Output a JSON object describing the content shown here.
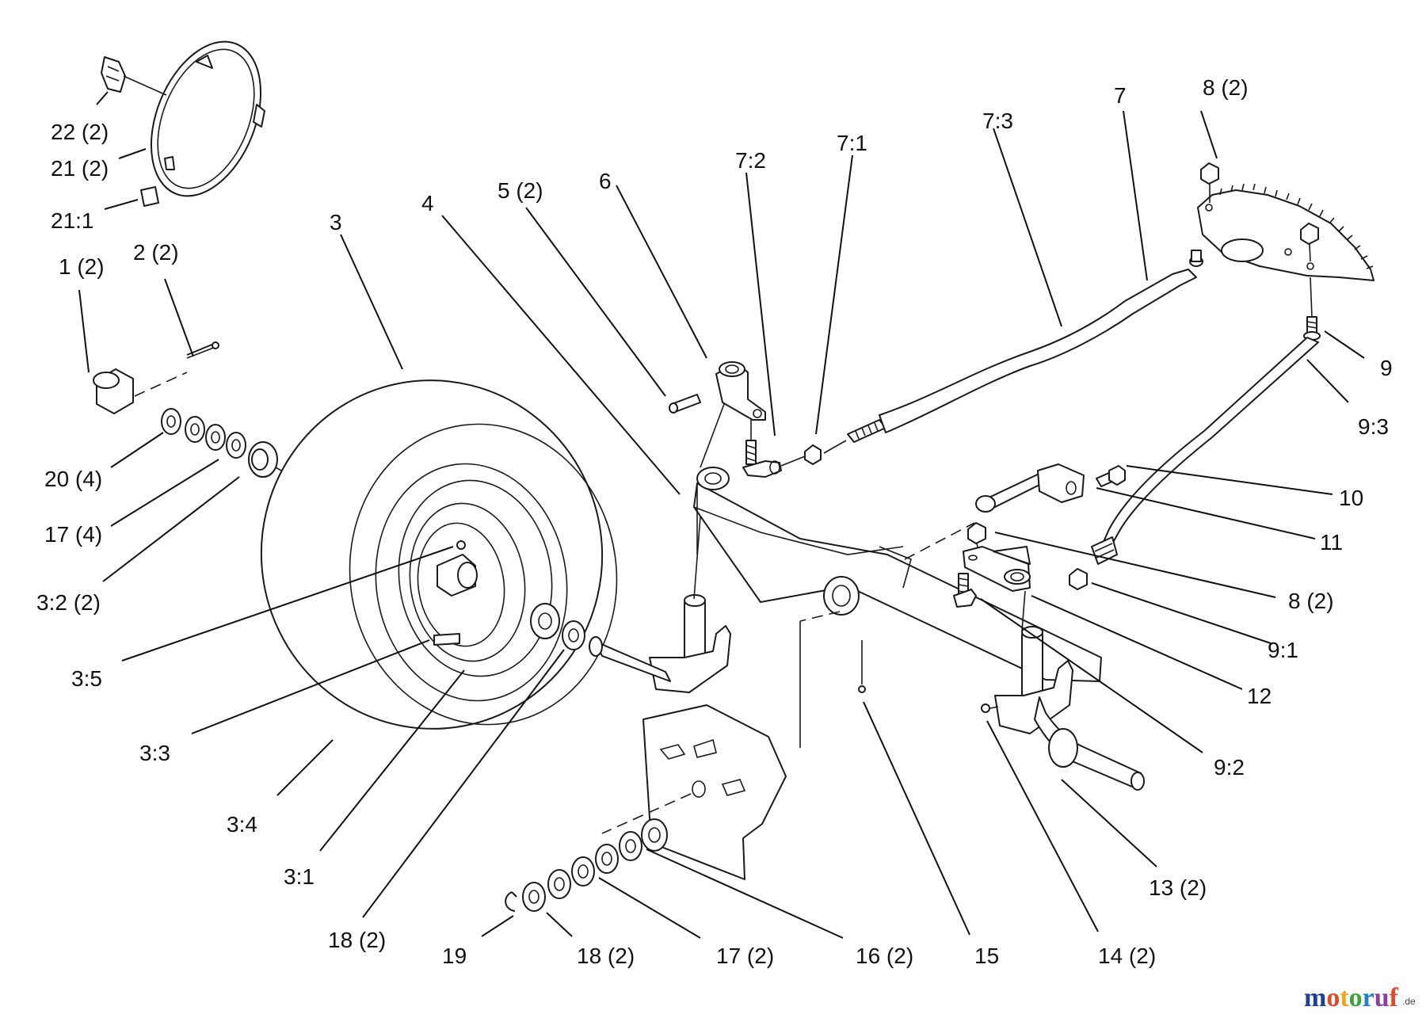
{
  "callouts": [
    {
      "id": "22-2",
      "text": "22 (2)"
    },
    {
      "id": "21-2",
      "text": "21 (2)"
    },
    {
      "id": "21-1",
      "text": "21:1"
    },
    {
      "id": "1-2",
      "text": "1 (2)"
    },
    {
      "id": "2-2",
      "text": "2 (2)"
    },
    {
      "id": "3",
      "text": "3"
    },
    {
      "id": "4",
      "text": "4"
    },
    {
      "id": "5-2",
      "text": "5 (2)"
    },
    {
      "id": "6",
      "text": "6"
    },
    {
      "id": "7-2",
      "text": "7:2"
    },
    {
      "id": "7-1",
      "text": "7:1"
    },
    {
      "id": "7-3",
      "text": "7:3"
    },
    {
      "id": "7",
      "text": "7"
    },
    {
      "id": "8-2-top",
      "text": "8 (2)"
    },
    {
      "id": "9",
      "text": "9"
    },
    {
      "id": "9-3",
      "text": "9:3"
    },
    {
      "id": "10",
      "text": "10"
    },
    {
      "id": "11",
      "text": "11"
    },
    {
      "id": "8-2-mid",
      "text": "8 (2)"
    },
    {
      "id": "9-1",
      "text": "9:1"
    },
    {
      "id": "12",
      "text": "12"
    },
    {
      "id": "9-2",
      "text": "9:2"
    },
    {
      "id": "13-2",
      "text": "13 (2)"
    },
    {
      "id": "14-2",
      "text": "14 (2)"
    },
    {
      "id": "15",
      "text": "15"
    },
    {
      "id": "16-2",
      "text": "16 (2)"
    },
    {
      "id": "17-2",
      "text": "17 (2)"
    },
    {
      "id": "18-2-bottom",
      "text": "18 (2)"
    },
    {
      "id": "19",
      "text": "19"
    },
    {
      "id": "18-2-left",
      "text": "18 (2)"
    },
    {
      "id": "3-1",
      "text": "3:1"
    },
    {
      "id": "3-4",
      "text": "3:4"
    },
    {
      "id": "3-3",
      "text": "3:3"
    },
    {
      "id": "3-5",
      "text": "3:5"
    },
    {
      "id": "3-2-2",
      "text": "3:2 (2)"
    },
    {
      "id": "17-4",
      "text": "17 (4)"
    },
    {
      "id": "20-4",
      "text": "20 (4)"
    }
  ],
  "watermark": {
    "brand": "motoruf",
    "suffix": ".de",
    "colors": [
      "#1f3f95",
      "#e04a2a",
      "#f2a31b",
      "#3aa33a",
      "#1f7fc9",
      "#8a3fa0",
      "#e04a2a"
    ]
  }
}
